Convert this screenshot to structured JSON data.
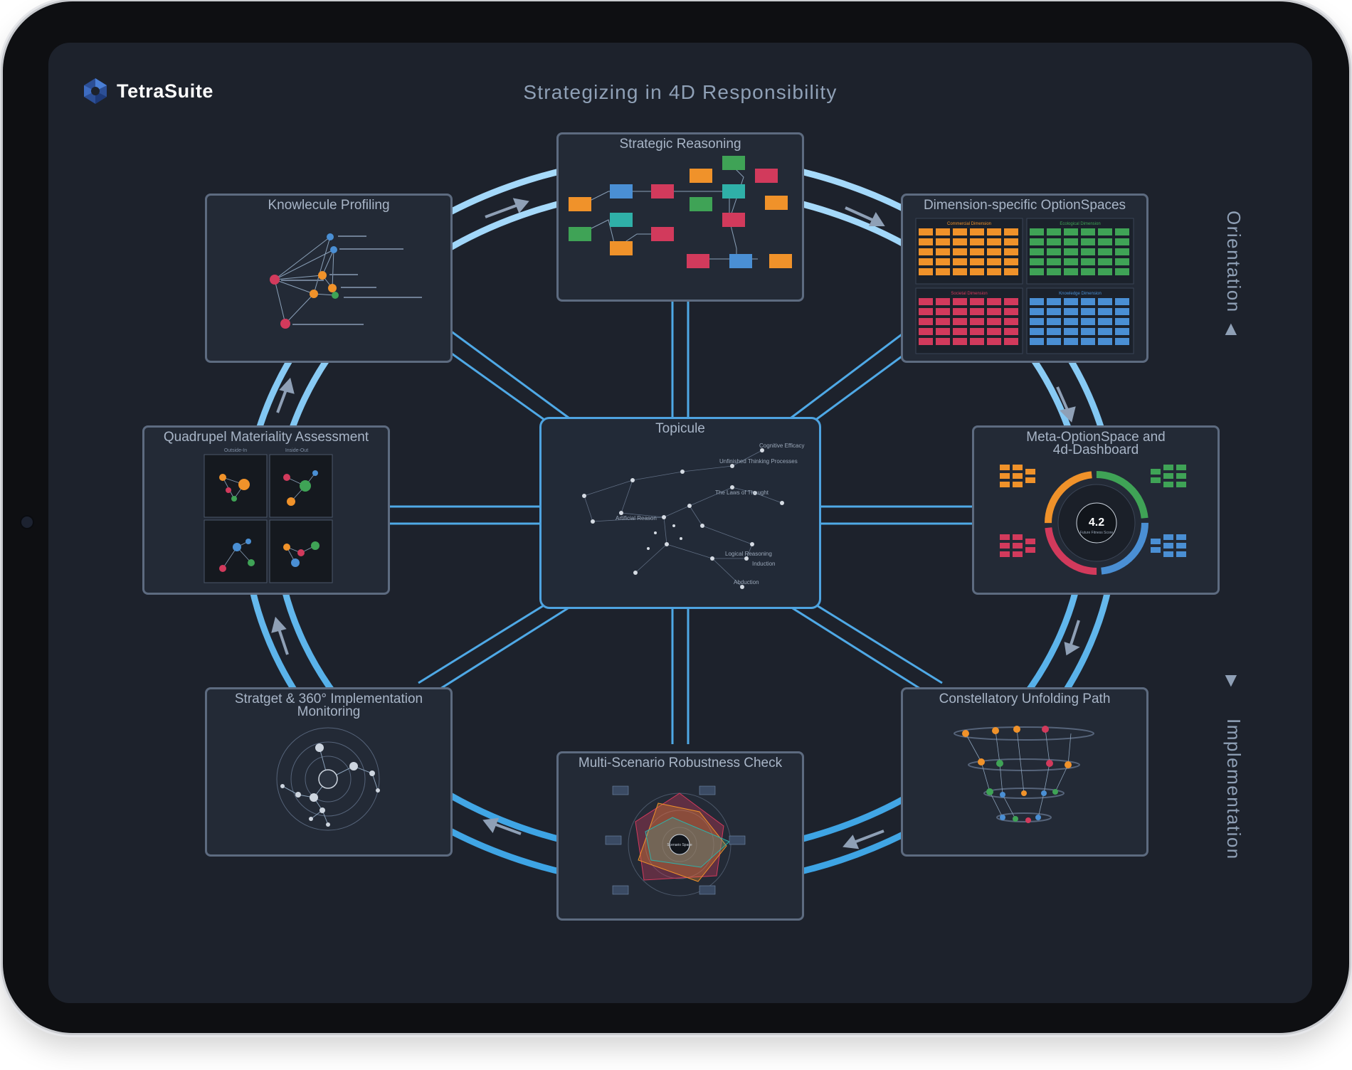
{
  "app": {
    "name": "TetraSuite",
    "logo_icon": "tetrasuite-logo-icon"
  },
  "header": {
    "title": "Strategizing in 4D Responsibility"
  },
  "cards": {
    "strategic_reasoning": {
      "title": "Strategic Reasoning"
    },
    "knowlecule_profiling": {
      "title": "Knowlecule Profiling"
    },
    "option_spaces": {
      "title": "Dimension-specific OptionSpaces",
      "quadrants": [
        "Commercial Dimension",
        "Ecological Dimension",
        "Societal Dimension",
        "Knowledge Dimension"
      ]
    },
    "materiality": {
      "title": "Quadrupel Materiality Assessment",
      "col_labels": [
        "Outside-In",
        "Inside-Out"
      ]
    },
    "topicule": {
      "title": "Topicule",
      "node_labels": [
        "Cognitive Efficacy",
        "Unfinished Thinking Processes",
        "The Laws of Thought",
        "Artificial Reason",
        "Logical Reasoning",
        "Induction",
        "Abduction"
      ]
    },
    "meta_optionspace": {
      "title": "Meta-OptionSpace and\n4d-Dashboard",
      "score": "4.2",
      "score_label": "Future Fitness Score"
    },
    "implementation_monitoring": {
      "title": "Stratget & 360° Implementation\nMonitoring"
    },
    "robustness_check": {
      "title": "Multi-Scenario Robustness Check",
      "center_label": "Scenario Space"
    },
    "unfolding_path": {
      "title": "Constellatory Unfolding Path"
    }
  },
  "side_labels": {
    "top": "Orientation",
    "bottom": "Implementation"
  },
  "colors": {
    "accent_blue": "#4ea3e0",
    "ring_blue": "#9fd3f7",
    "orange": "#f0922a",
    "green": "#3fa356",
    "red": "#d23a5c",
    "blue": "#4a8fd4",
    "teal": "#2fb0a8"
  }
}
